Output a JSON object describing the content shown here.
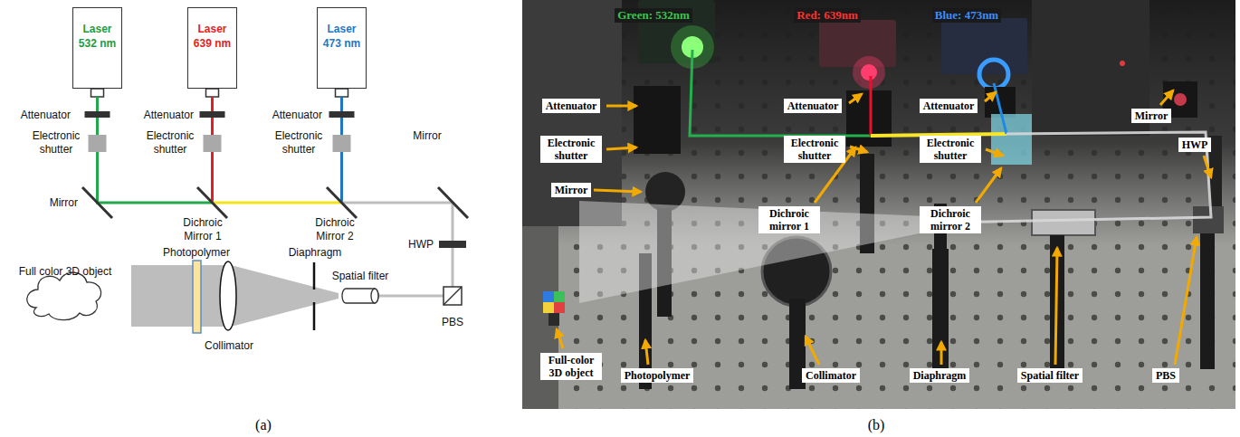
{
  "diagram": {
    "nodes": [
      {
        "text": [
          "Laser 532 nm"
        ]
      },
      {
        "text": [
          "Laser 639 nm"
        ]
      },
      {
        "text": [
          "Laser 473 nm"
        ]
      },
      {
        "text": [
          "Attenuator"
        ]
      },
      {
        "text": [
          "Electronic shutter"
        ]
      },
      {
        "text": [
          "Mirror"
        ]
      },
      {
        "text": [
          "Attenuator"
        ]
      },
      {
        "text": [
          "Electronic shutter"
        ]
      },
      {
        "text": [
          "Attenuator"
        ]
      },
      {
        "text": [
          "Electronic shutter"
        ]
      },
      {
        "text": [
          "Dichroic mirror 1"
        ]
      },
      {
        "text": [
          "Dichroic mirror 2"
        ]
      },
      {
        "text": [
          "Mirror"
        ]
      },
      {
        "text": [
          "HWP"
        ]
      },
      {
        "text": [
          "Full-color 3D object"
        ]
      },
      {
        "text": [
          "Photopolymer"
        ]
      },
      {
        "text": [
          "Collimator"
        ]
      },
      {
        "text": [
          "Diaphragm"
        ]
      },
      {
        "text": [
          "Spatial filter"
        ]
      },
      {
        "text": [
          "PBS"
        ]
      }
    ],
    "labels": [
      "Attenuator",
      "Electronic shutter",
      "Attenuator",
      "Electronic shutter",
      "Attenuator",
      "Electronic shutter",
      "Mirror",
      "Dichroic Mirror 1",
      "Dichroic Mirror 2",
      "Mirror",
      "HWP",
      "Full color 3D object",
      "Photopolymer",
      "Diaphragm",
      "Spatial filter",
      "PBS",
      "Collimator",
      "(a)",
      "Green: 532nm",
      "Red: 639nm",
      "Blue: 473nm",
      "(b)"
    ]
  }
}
